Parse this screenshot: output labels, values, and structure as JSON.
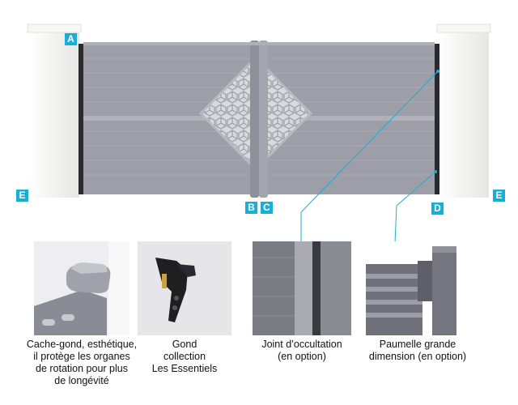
{
  "labels": {
    "post_left": "A",
    "joint_left": "B",
    "joint_right": "C",
    "hinge_right": "D",
    "edge_left": "E",
    "edge_right": "E"
  },
  "captions": {
    "cache_gond": [
      "Cache-gond, esthétique,",
      "il protège les organes",
      "de rotation pour plus",
      "de longévité"
    ],
    "gond": [
      "Gond",
      "collection",
      "Les Essentiels"
    ],
    "joint": [
      "Joint d’occultation",
      "(en option)"
    ],
    "paumelle": [
      "Paumelle grande",
      "dimension (en option)"
    ]
  },
  "colors": {
    "accent": "#1aaed6",
    "gate": "#9b9ca6",
    "post": "#f3f3f1"
  }
}
